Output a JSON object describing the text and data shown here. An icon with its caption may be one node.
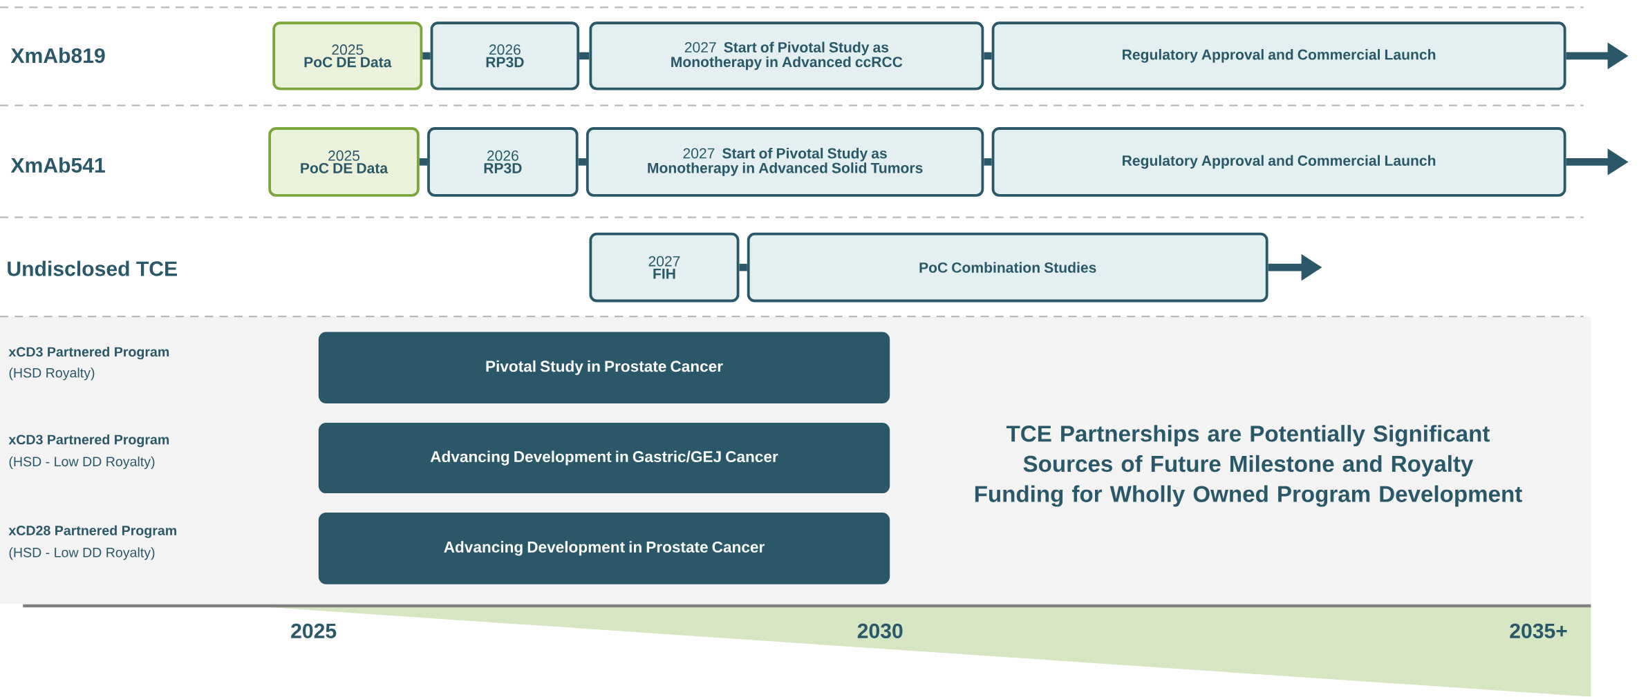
{
  "diagram": {
    "nodes": [
      {
        "text": [
          "2025",
          "PoC DE Data"
        ]
      },
      {
        "text": [
          "2026",
          "RP3D"
        ]
      },
      {
        "text": [
          "2027",
          "Start of Pivotal Study as Monotherapy in Advanced ccRCC"
        ]
      },
      {
        "text": [
          "Regulatory Approval and Commercial Launch"
        ]
      },
      {
        "text": [
          "2025",
          "PoC DE Data"
        ]
      },
      {
        "text": [
          "2026",
          "RP3D"
        ]
      },
      {
        "text": [
          "2027",
          "Start of Pivotal Study as Monotherapy in Advanced Solid Tumors"
        ]
      },
      {
        "text": [
          "Regulatory Approval and Commercial Launch"
        ]
      },
      {
        "text": [
          "2027",
          "FIH"
        ]
      },
      {
        "text": [
          "PoC Combination Studies"
        ]
      },
      {
        "text": [
          "Pivotal Study in Prostate Cancer"
        ]
      },
      {
        "text": [
          "Advancing Development in Gastric/GEJ Cancer"
        ]
      },
      {
        "text": [
          "Advancing Development in Prostate Cancer"
        ]
      }
    ],
    "edges": [
      {
        "from": 0,
        "to": 1,
        "arrow": "none"
      },
      {
        "from": 1,
        "to": 2,
        "arrow": "none"
      },
      {
        "from": 2,
        "to": 3,
        "arrow": "none"
      },
      {
        "from": 3,
        "to": null,
        "arrow": "to"
      },
      {
        "from": 4,
        "to": 5,
        "arrow": "none"
      },
      {
        "from": 5,
        "to": 6,
        "arrow": "none"
      },
      {
        "from": 6,
        "to": 7,
        "arrow": "none"
      },
      {
        "from": 7,
        "to": null,
        "arrow": "to"
      },
      {
        "from": 8,
        "to": 9,
        "arrow": "none"
      },
      {
        "from": 9,
        "to": null,
        "arrow": "to"
      }
    ],
    "labels": [
      "XmAb819",
      "XmAb541",
      "Undisclosed TCE",
      "xCD3 Partnered Program",
      "(HSD Royalty)",
      "xCD3 Partnered Program",
      "(HSD - Low DD Royalty)",
      "xCD28 Partnered Program",
      "(HSD - Low DD Royalty)",
      "TCE Partnerships are Potentially Significant Sources of Future Milestone and Royalty Funding for Wholly Owned Program Development",
      "2025",
      "2030",
      "2035+"
    ]
  }
}
